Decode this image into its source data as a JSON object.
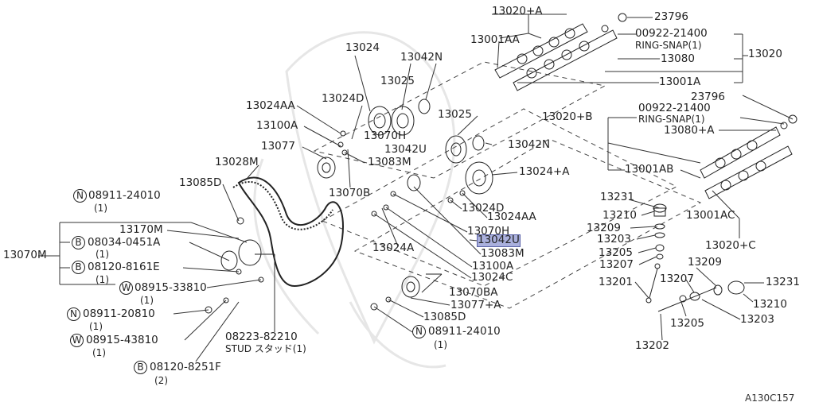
{
  "diagram_ref": "A130C157",
  "highlight_color": "#aab0dd",
  "parts": {
    "p13020_a": "13020+A",
    "p13001aa": "13001AA",
    "p23796_top": "23796",
    "p00922_top": "00922-21400",
    "ring_snap_top": "RING-SNAP(1)",
    "p13080": "13080",
    "p13020": "13020",
    "p13001a": "13001A",
    "p13024": "13024",
    "p13042n_top": "13042N",
    "p13025_top": "13025",
    "p13024aa_left": "13024AA",
    "p13024d_top": "13024D",
    "p13100a_left": "13100A",
    "p13070h_top": "13070H",
    "p13042u_top": "13042U",
    "p13077": "13077",
    "p13083m_top": "13083M",
    "p13025_mid": "13025",
    "p13042n_mid": "13042N",
    "p23796_mid": "23796",
    "p00922_mid": "00922-21400",
    "ring_snap_mid": "RING-SNAP(1)",
    "p13080a": "13080+A",
    "p13020_b": "13020+B",
    "p13028m": "13028M",
    "p13070b": "13070B",
    "p13024a_plus": "13024+A",
    "p13001ab": "13001AB",
    "p13085d_left": "13085D",
    "p08911_24010_left": "08911-24010",
    "qty_1a": "(1)",
    "p13024d_mid": "13024D",
    "p13024aa_mid": "13024AA",
    "p13070h_mid": "13070H",
    "p13042u_hl": "13042U",
    "p13083m_mid": "13083M",
    "p13100a_mid": "13100A",
    "p13024c": "13024C",
    "p13024a": "13024A",
    "p13170m": "13170M",
    "p08034": "08034-0451A",
    "qty_1b": "(1)",
    "p13070m": "13070M",
    "p08120_8161e": "08120-8161E",
    "qty_1c": "(1)",
    "p08915_33810": "08915-33810",
    "qty_1d": "(1)",
    "p13070ba": "13070BA",
    "p13077a": "13077+A",
    "p13085d_bot": "13085D",
    "p08911_24010_bot": "08911-24010",
    "qty_1e": "(1)",
    "p08911_20810": "08911-20810",
    "qty_1f": "(1)",
    "p08915_43810": "08915-43810",
    "qty_1g": "(1)",
    "p08223": "08223-82210",
    "stud": "STUD スタッド(1)",
    "p08120_8251f": "08120-8251F",
    "qty_2": "(2)",
    "p13231_top": "13231",
    "p13210_top": "13210",
    "p13209_top": "13209",
    "p13203_top": "13203",
    "p13205_top": "13205",
    "p13207_left": "13207",
    "p13201": "13201",
    "p13207_right": "13207",
    "p13209_right": "13209",
    "p13231_right": "13231",
    "p13210_right": "13210",
    "p13203_right": "13203",
    "p13205_bot": "13205",
    "p13202": "13202",
    "p13001ac": "13001AC",
    "p13020_c": "13020+C"
  },
  "prefixes": {
    "N": "N",
    "B": "B",
    "W": "W"
  }
}
